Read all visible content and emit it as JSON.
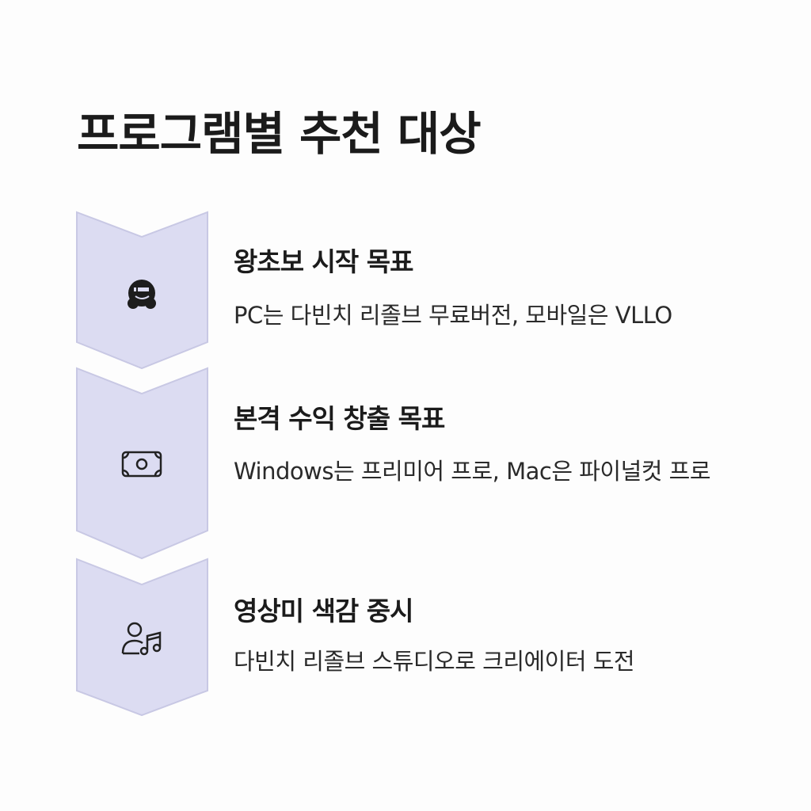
{
  "title": "프로그램별 추천 대상",
  "colors": {
    "chevron_fill": "#dcdcf2",
    "chevron_stroke": "#c8c8e4",
    "text": "#1b1b1b"
  },
  "steps": [
    {
      "icon": "wink-face-icon",
      "heading": "왕초보 시작 목표",
      "description": "PC는 다빈치 리졸브 무료버전, 모바일은 VLLO"
    },
    {
      "icon": "money-bill-icon",
      "heading": "본격 수익 창출 목표",
      "description": "Windows는 프리미어 프로, Mac은 파이널컷 프로"
    },
    {
      "icon": "user-music-icon",
      "heading": "영상미 색감 중시",
      "description": "다빈치 리졸브 스튜디오로 크리에이터 도전"
    }
  ]
}
